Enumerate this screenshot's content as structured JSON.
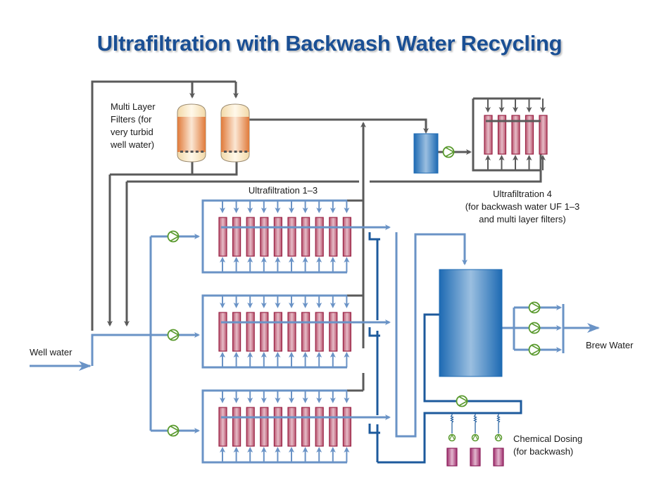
{
  "title": "Ultrafiltration with Backwash Water Recycling",
  "labels": {
    "multi_layer_filters": [
      "Multi Layer",
      "Filters (for",
      "very turbid",
      "well water)"
    ],
    "uf_1_3": "Ultrafiltration 1–3",
    "uf_4": [
      "Ultrafiltration 4",
      "(for backwash water UF 1–3",
      "and multi layer filters)"
    ],
    "well_water": "Well water",
    "brew_water": "Brew Water",
    "chemical_dosing": [
      "Chemical Dosing",
      "(for backwash)"
    ]
  },
  "components": {
    "multi_layer_filter_count": 2,
    "uf_1_3_unit_count": 3,
    "modules_per_uf_1_3_unit": 10,
    "uf_4_module_count": 5,
    "feed_pump_count": 3,
    "brew_water_pump_count": 3,
    "chemical_dosing_tank_count": 3,
    "storage_tank_count": 1,
    "backwash_buffer_tank_count": 1
  },
  "colors": {
    "title": "#1a4f94",
    "gray_pipe": "#5a5a5a",
    "light_blue_pipe": "#6a93c6",
    "dark_blue_pipe": "#1d5a9c",
    "membrane_module": "#a8344f",
    "pump": "#5a9a2e",
    "filter_orange": "#e07a3a",
    "tank_blue": "#2f74b7",
    "dosing_tank": "#a0306e"
  }
}
